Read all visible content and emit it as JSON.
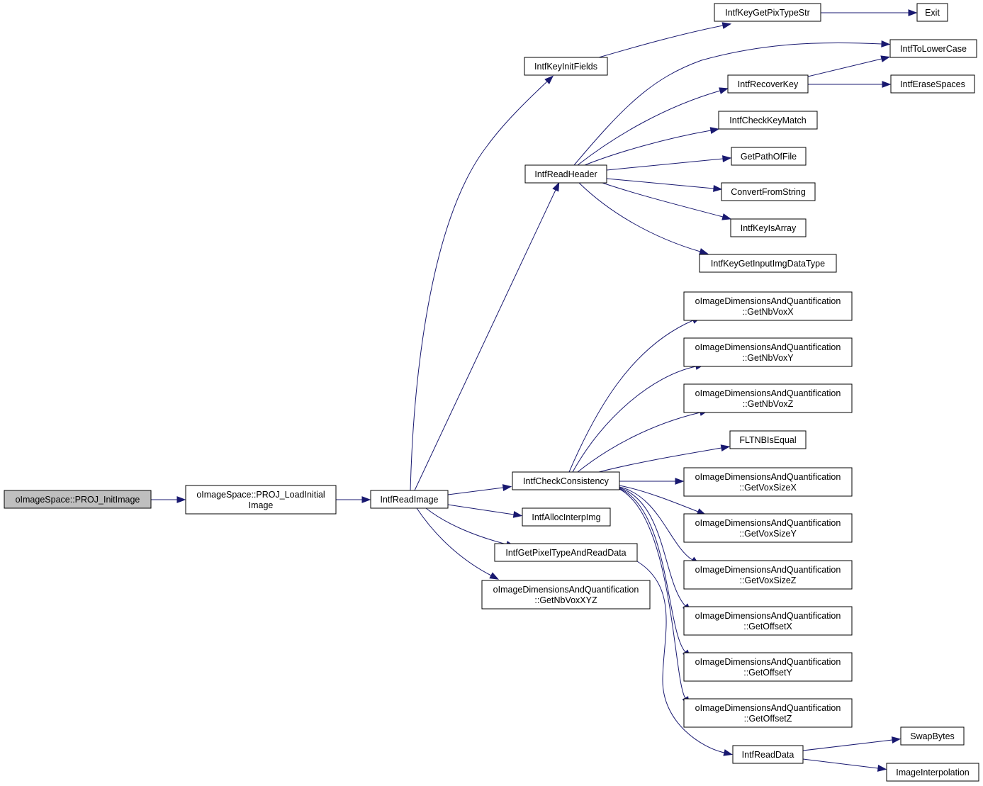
{
  "diagram": {
    "nodes": [
      {
        "id": "root",
        "lines": [
          "oImageSpace::PROJ_InitImage"
        ],
        "highlight": true
      },
      {
        "id": "load",
        "lines": [
          "oImageSpace::PROJ_LoadInitial",
          "Image"
        ]
      },
      {
        "id": "readimg",
        "lines": [
          "IntfReadImage"
        ]
      },
      {
        "id": "initfields",
        "lines": [
          "IntfKeyInitFields"
        ]
      },
      {
        "id": "pixtype",
        "lines": [
          "IntfKeyGetPixTypeStr"
        ]
      },
      {
        "id": "exit",
        "lines": [
          "Exit"
        ]
      },
      {
        "id": "tolower",
        "lines": [
          "IntfToLowerCase"
        ]
      },
      {
        "id": "recover",
        "lines": [
          "IntfRecoverKey"
        ]
      },
      {
        "id": "erase",
        "lines": [
          "IntfEraseSpaces"
        ]
      },
      {
        "id": "checkkey",
        "lines": [
          "IntfCheckKeyMatch"
        ]
      },
      {
        "id": "readheader",
        "lines": [
          "IntfReadHeader"
        ]
      },
      {
        "id": "getpath",
        "lines": [
          "GetPathOfFile"
        ]
      },
      {
        "id": "convert",
        "lines": [
          "ConvertFromString"
        ]
      },
      {
        "id": "isarray",
        "lines": [
          "IntfKeyIsArray"
        ]
      },
      {
        "id": "inputimg",
        "lines": [
          "IntfKeyGetInputImgDataType"
        ]
      },
      {
        "id": "nbvoxx",
        "lines": [
          "oImageDimensionsAndQuantification",
          "::GetNbVoxX"
        ]
      },
      {
        "id": "nbvoxy",
        "lines": [
          "oImageDimensionsAndQuantification",
          "::GetNbVoxY"
        ]
      },
      {
        "id": "nbvoxz",
        "lines": [
          "oImageDimensionsAndQuantification",
          "::GetNbVoxZ"
        ]
      },
      {
        "id": "fltnb",
        "lines": [
          "FLTNBIsEqual"
        ]
      },
      {
        "id": "checkcons",
        "lines": [
          "IntfCheckConsistency"
        ]
      },
      {
        "id": "voxsizex",
        "lines": [
          "oImageDimensionsAndQuantification",
          "::GetVoxSizeX"
        ]
      },
      {
        "id": "alloc",
        "lines": [
          "IntfAllocInterpImg"
        ]
      },
      {
        "id": "voxsizey",
        "lines": [
          "oImageDimensionsAndQuantification",
          "::GetVoxSizeY"
        ]
      },
      {
        "id": "getpixel",
        "lines": [
          "IntfGetPixelTypeAndReadData"
        ]
      },
      {
        "id": "voxsizez",
        "lines": [
          "oImageDimensionsAndQuantification",
          "::GetVoxSizeZ"
        ]
      },
      {
        "id": "nbvoxxyz",
        "lines": [
          "oImageDimensionsAndQuantification",
          "::GetNbVoxXYZ"
        ]
      },
      {
        "id": "offx",
        "lines": [
          "oImageDimensionsAndQuantification",
          "::GetOffsetX"
        ]
      },
      {
        "id": "offy",
        "lines": [
          "oImageDimensionsAndQuantification",
          "::GetOffsetY"
        ]
      },
      {
        "id": "offz",
        "lines": [
          "oImageDimensionsAndQuantification",
          "::GetOffsetZ"
        ]
      },
      {
        "id": "swap",
        "lines": [
          "SwapBytes"
        ]
      },
      {
        "id": "readdata",
        "lines": [
          "IntfReadData"
        ]
      },
      {
        "id": "interp",
        "lines": [
          "ImageInterpolation"
        ]
      }
    ],
    "edges": [
      {
        "from": "root",
        "to": "load"
      },
      {
        "from": "load",
        "to": "readimg"
      },
      {
        "from": "readimg",
        "to": "initfields"
      },
      {
        "from": "readimg",
        "to": "readheader"
      },
      {
        "from": "readimg",
        "to": "checkcons"
      },
      {
        "from": "readimg",
        "to": "alloc"
      },
      {
        "from": "readimg",
        "to": "getpixel"
      },
      {
        "from": "readimg",
        "to": "nbvoxxyz"
      },
      {
        "from": "initfields",
        "to": "pixtype"
      },
      {
        "from": "pixtype",
        "to": "exit"
      },
      {
        "from": "readheader",
        "to": "tolower"
      },
      {
        "from": "readheader",
        "to": "recover"
      },
      {
        "from": "readheader",
        "to": "checkkey"
      },
      {
        "from": "readheader",
        "to": "getpath"
      },
      {
        "from": "readheader",
        "to": "convert"
      },
      {
        "from": "readheader",
        "to": "isarray"
      },
      {
        "from": "readheader",
        "to": "inputimg"
      },
      {
        "from": "recover",
        "to": "tolower"
      },
      {
        "from": "recover",
        "to": "erase"
      },
      {
        "from": "checkcons",
        "to": "nbvoxx"
      },
      {
        "from": "checkcons",
        "to": "nbvoxy"
      },
      {
        "from": "checkcons",
        "to": "nbvoxz"
      },
      {
        "from": "checkcons",
        "to": "fltnb"
      },
      {
        "from": "checkcons",
        "to": "voxsizex"
      },
      {
        "from": "checkcons",
        "to": "voxsizey"
      },
      {
        "from": "checkcons",
        "to": "voxsizez"
      },
      {
        "from": "checkcons",
        "to": "offx"
      },
      {
        "from": "checkcons",
        "to": "offy"
      },
      {
        "from": "checkcons",
        "to": "offz"
      },
      {
        "from": "getpixel",
        "to": "readdata"
      },
      {
        "from": "readdata",
        "to": "swap"
      },
      {
        "from": "readdata",
        "to": "interp"
      }
    ]
  }
}
